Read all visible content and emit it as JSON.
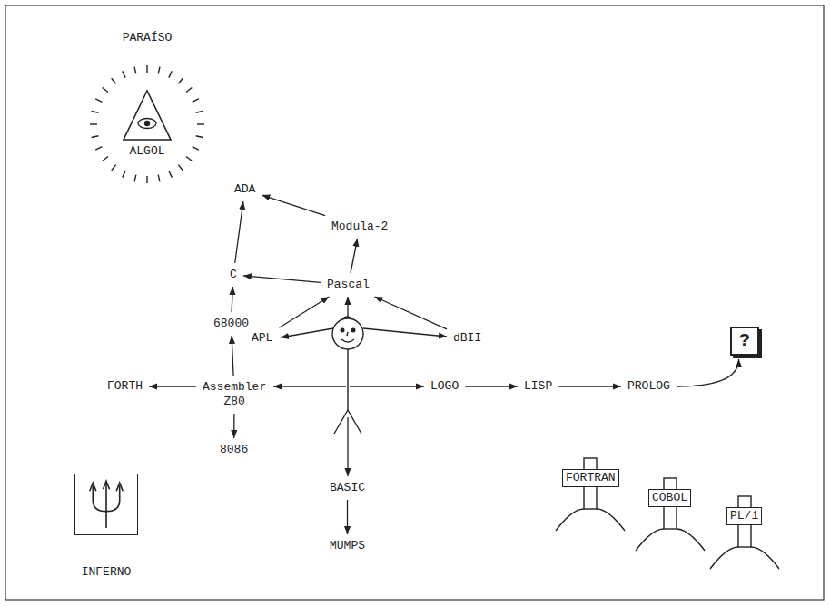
{
  "diagram": {
    "nodes": [
      {
        "text": [
          "PARAÍSO",
          "ALGOL"
        ]
      },
      {
        "text": [
          "ADA"
        ]
      },
      {
        "text": [
          "Modula-2"
        ]
      },
      {
        "text": [
          "C"
        ]
      },
      {
        "text": [
          "Pascal"
        ]
      },
      {
        "text": [
          "68000"
        ]
      },
      {
        "text": [
          "APL"
        ]
      },
      {
        "text": [
          "dBII"
        ]
      },
      {
        "text": [
          "?"
        ]
      },
      {
        "text": [
          "FORTH"
        ]
      },
      {
        "text": [
          "Assembler Z80"
        ]
      },
      {
        "text": [
          "LOGO"
        ]
      },
      {
        "text": [
          "LISP"
        ]
      },
      {
        "text": [
          "PROLOG"
        ]
      },
      {
        "text": [
          "8086"
        ]
      },
      {
        "text": [
          "BASIC"
        ]
      },
      {
        "text": [
          "FORTRAN"
        ]
      },
      {
        "text": [
          "COBOL"
        ]
      },
      {
        "text": [
          "PL/1"
        ]
      },
      {
        "text": [
          "MUMPS"
        ]
      },
      {
        "text": [
          "INFERNO"
        ]
      }
    ],
    "edges": [
      {
        "from": 2,
        "to": 1,
        "arrow": "to"
      },
      {
        "from": 3,
        "to": 1,
        "arrow": "to"
      },
      {
        "from": 4,
        "to": 2,
        "arrow": "to"
      },
      {
        "from": 4,
        "to": 3,
        "arrow": "to"
      },
      {
        "from": 5,
        "to": 3,
        "arrow": "to"
      },
      {
        "from": 6,
        "to": 4,
        "arrow": "to"
      },
      {
        "from": 7,
        "to": 4,
        "arrow": "to"
      },
      {
        "from": 10,
        "to": 5,
        "arrow": "to"
      },
      {
        "from": 10,
        "to": 9,
        "arrow": "to"
      },
      {
        "from": 10,
        "to": 14,
        "arrow": "to"
      },
      {
        "from": 11,
        "to": 12,
        "arrow": "to"
      },
      {
        "from": 12,
        "to": 13,
        "arrow": "to"
      },
      {
        "from": 13,
        "to": 8,
        "arrow": "to"
      },
      {
        "from": 15,
        "to": 19,
        "arrow": "to"
      }
    ]
  }
}
